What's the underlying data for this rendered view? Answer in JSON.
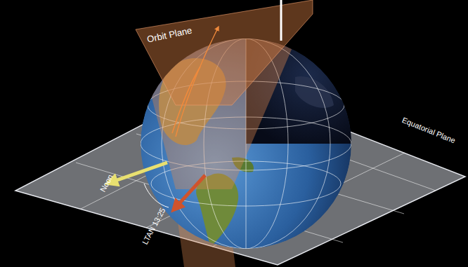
{
  "diagram": {
    "labels": [
      "Orbit Plane",
      "Noon",
      "LTAN 13:25",
      "Equatorial Plane"
    ]
  }
}
